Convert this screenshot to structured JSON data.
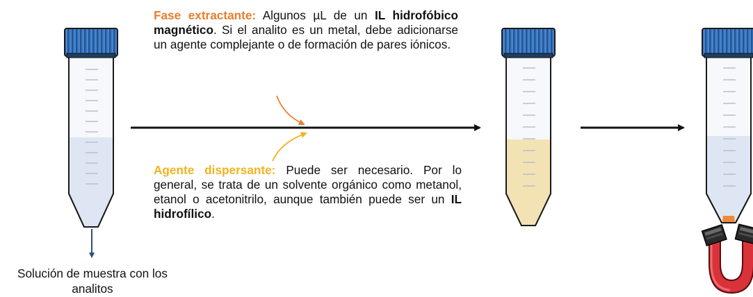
{
  "extractant": {
    "title": "Fase extractante:",
    "text_a": " Algunos µL de un ",
    "bold_a": "IL hidrofóbico magnético",
    "text_b": ". Si el analito es un metal, debe adicionarse un agente complejante o de formación de pares iónicos.",
    "color": "#E87E2E"
  },
  "dispersant": {
    "title": "Agente dispersante:",
    "text_a": " Puede ser necesario. Por lo general, se trata de un solvente orgánico como metanol, etanol o acetonitrilo, aunque también puede ser un ",
    "bold_a": "IL hidrofílico",
    "text_b": ".",
    "color": "#F2B320"
  },
  "sample_caption": "Solución de muestra con los analitos",
  "colors": {
    "cap": "#3A79C2",
    "cap_dark": "#1E3F66",
    "sample_liquid": "#DDE6F2",
    "mixed_liquid": "#F3E3B4",
    "droplet": "#EF8A3B",
    "magnet": "#D9333A",
    "arrow_blue": "#2F4E7E"
  },
  "icons": [
    "tube-icon",
    "magnet-icon"
  ]
}
